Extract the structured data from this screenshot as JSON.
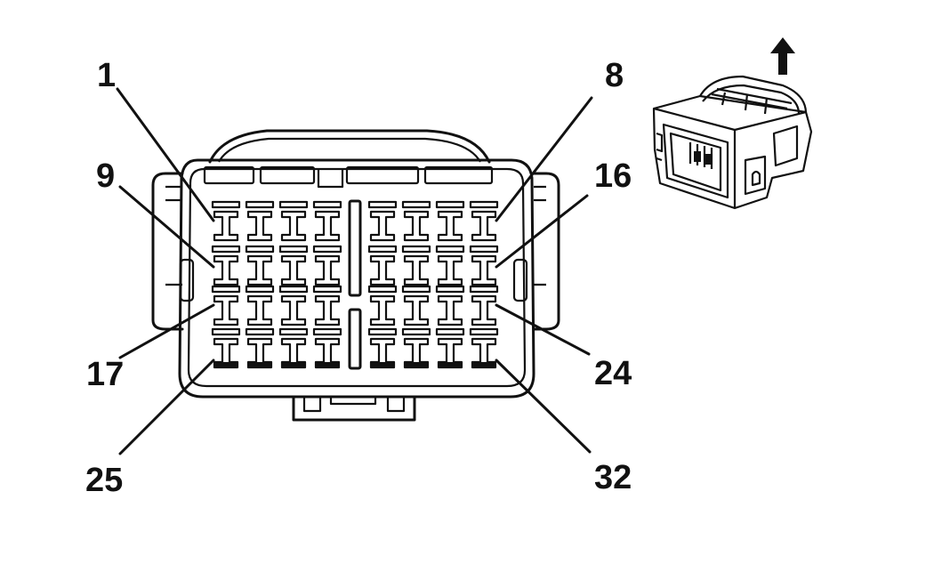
{
  "diagram": {
    "pin_labels": {
      "p1": "1",
      "p8": "8",
      "p9": "9",
      "p16": "16",
      "p17": "17",
      "p24": "24",
      "p25": "25",
      "p32": "32"
    },
    "terminal_layout": {
      "rows": 4,
      "columns": 8,
      "total": 32
    },
    "icons": {
      "direction": "up-arrow-icon",
      "thumbnail": "connector-isometric-icon"
    },
    "colors": {
      "ink": "#111111",
      "background": "#ffffff"
    }
  }
}
